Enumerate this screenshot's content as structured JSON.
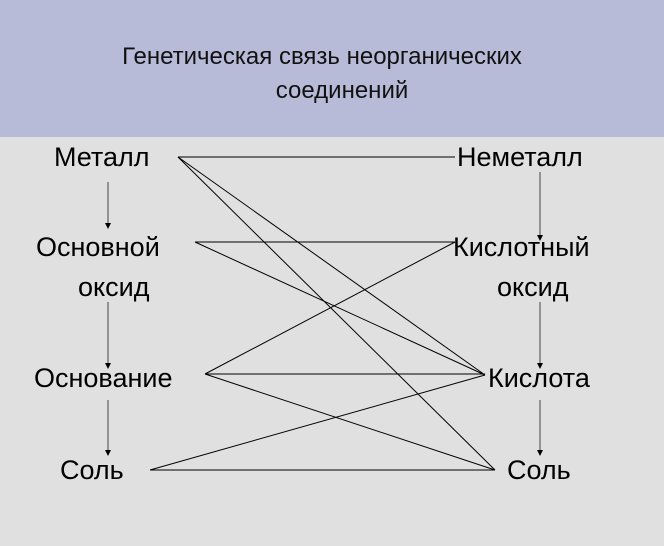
{
  "title": {
    "line1": "Генетическая связь неорганических",
    "line2": "соединений"
  },
  "left": {
    "metal": "Металл",
    "basic_oxide_1": "Основной",
    "basic_oxide_2": "оксид",
    "base": "Основание",
    "salt": "Соль"
  },
  "right": {
    "nonmetal": "Неметалл",
    "acid_oxide_1": "Кислотный",
    "acid_oxide_2": "оксид",
    "acid": "Кислота",
    "salt": "Соль"
  }
}
